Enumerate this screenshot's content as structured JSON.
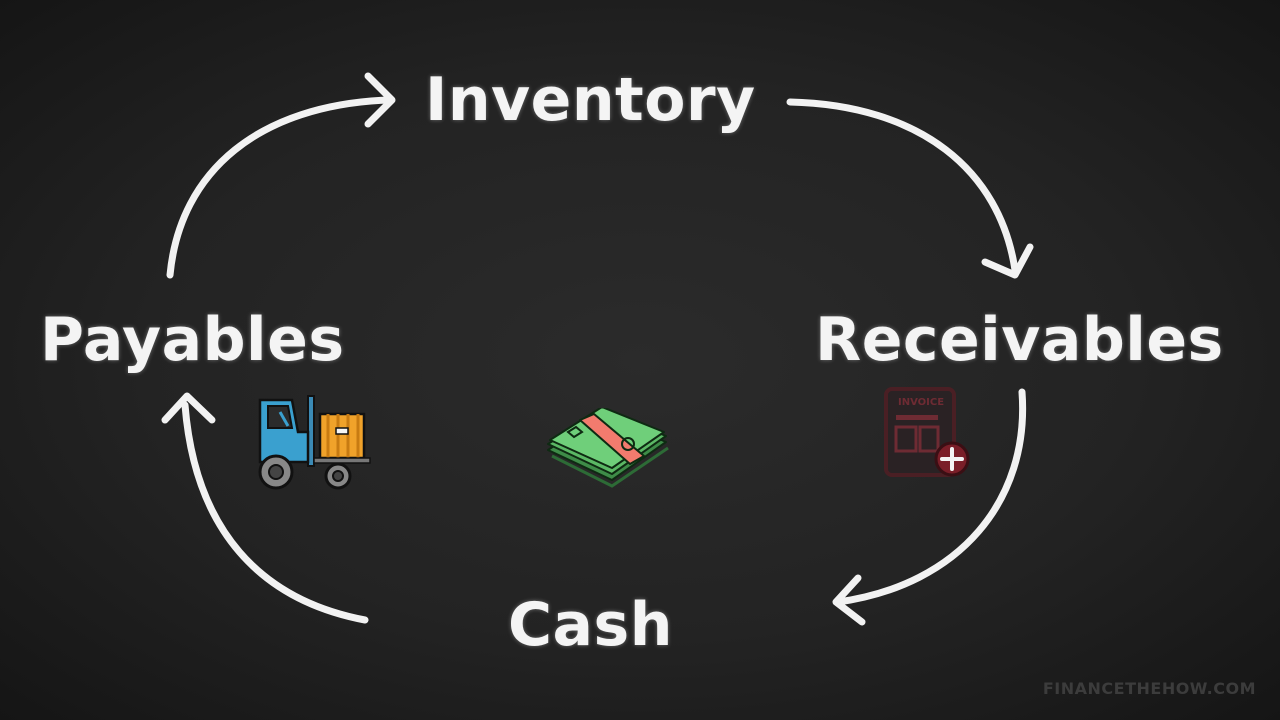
{
  "diagram": {
    "nodes": {
      "inventory": "Inventory",
      "receivables": "Receivables",
      "cash": "Cash",
      "payables": "Payables"
    },
    "flow": [
      "Payables",
      "Inventory",
      "Receivables",
      "Cash",
      "Payables"
    ],
    "icons": {
      "payables": "forklift-icon",
      "cash": "cash-bundle-icon",
      "receivables": "invoice-icon",
      "invoice_text": "INVOICE"
    },
    "arrow_color": "#f2f2f2"
  },
  "watermark": "FINANCETHEHOW.COM"
}
